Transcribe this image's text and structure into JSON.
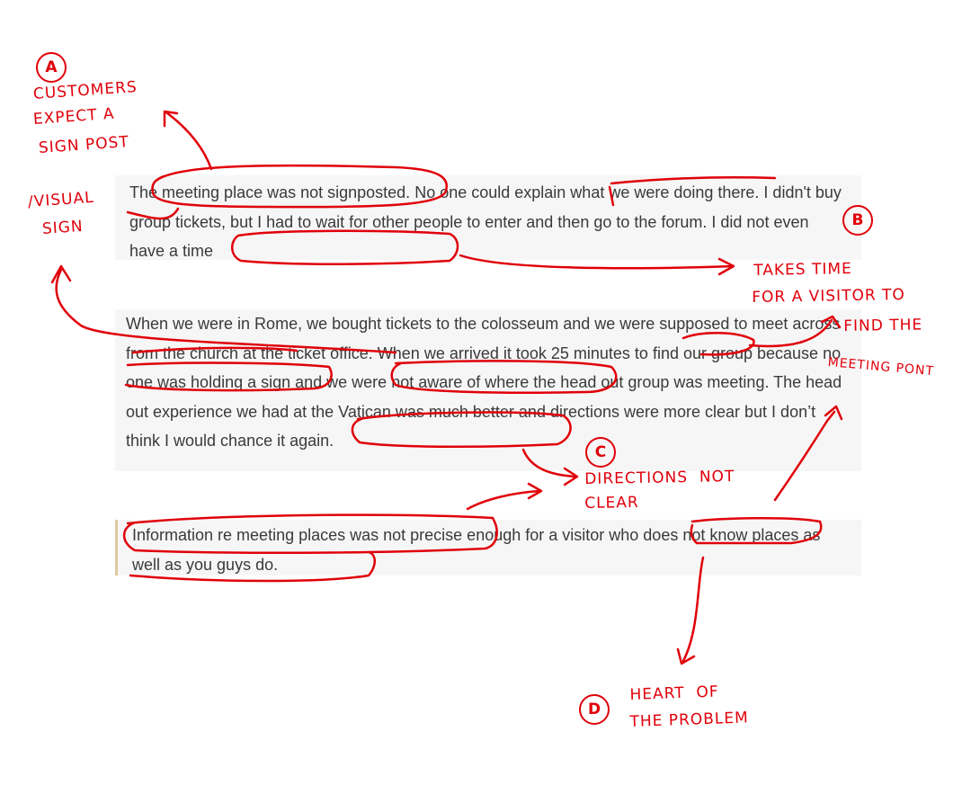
{
  "quotes": [
    {
      "text": "The meeting place was not signposted. No one could explain what we were doing there. I didn't buy group tickets, but I had to wait for other people to enter and then go to the forum. I did not even have a time"
    },
    {
      "text": "When we were in Rome, we bought tickets to the colosseum and  we were supposed to meet across from the church at the ticket office. When we arrived it took 25 minutes to find our group because no one was holding a sign and we were not aware of where the head out group was meeting.  The head out experience we had at the Vatican was much better and directions were more clear but I don’t think I would chance it again."
    },
    {
      "text": "Information re meeting places was not precise enough for a visitor who does not know places as well as you guys do."
    }
  ],
  "annotations": {
    "a": {
      "letter": "A",
      "lines": [
        "CUSTOMERS",
        "EXPECT A",
        "SIGN POST",
        "/VISUAL",
        "SIGN"
      ]
    },
    "b": {
      "letter": "B",
      "lines": [
        "TAKES TIME",
        "FOR A VISITOR TO",
        "FIND THE",
        "MEETING PONT"
      ]
    },
    "c": {
      "letter": "C",
      "lines": [
        "DIRECTIONS  NOT",
        "CLEAR"
      ]
    },
    "d": {
      "letter": "D",
      "lines": [
        "HEART  OF",
        "THE PROBLEM"
      ]
    }
  },
  "ink_color": "#e0000a"
}
